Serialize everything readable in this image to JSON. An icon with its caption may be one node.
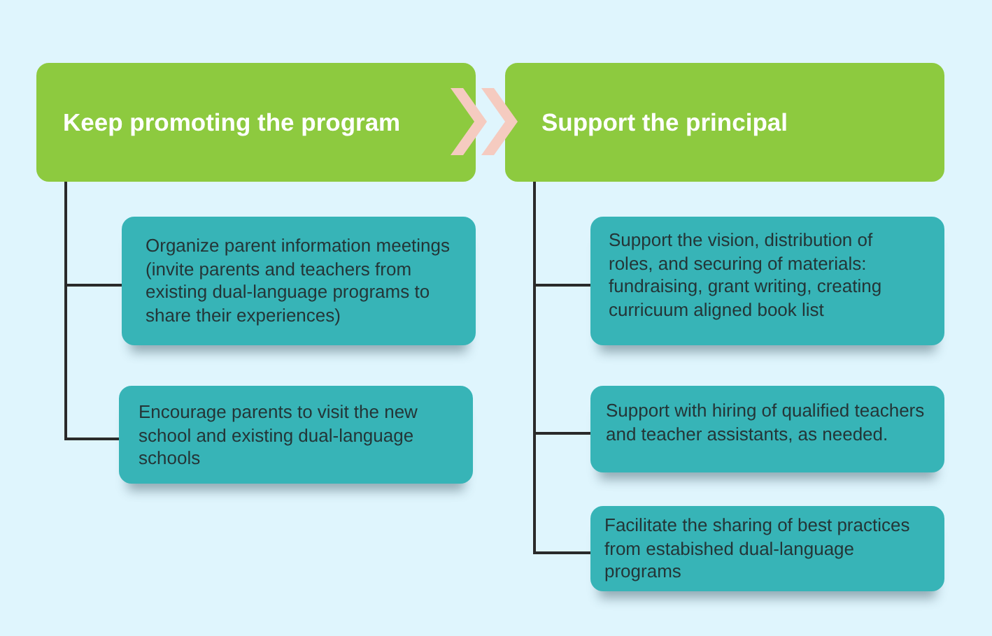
{
  "diagram": {
    "nodes": [
      {
        "text": [
          "Keep promoting the program"
        ]
      },
      {
        "text": [
          "Organize parent information meetings (invite parents and teachers from existing dual-language programs to share their experiences)"
        ]
      },
      {
        "text": [
          "Encourage parents to visit the new school and existing dual-language schools"
        ]
      },
      {
        "text": [
          "Support the principal"
        ]
      },
      {
        "text": [
          "Support the vision, distribution of roles, and securing of materials: fundraising, grant writing, creating curricuum aligned book list"
        ]
      },
      {
        "text": [
          "Support with hiring of qualified teachers and teacher assistants, as needed."
        ]
      },
      {
        "text": [
          "Facilitate the sharing of best practices from estabished dual-language programs"
        ]
      }
    ],
    "edges": [
      {
        "from": 0,
        "to": 3,
        "arrow": "to",
        "color": "#f5cbc0"
      },
      {
        "from": 0,
        "to": 1,
        "arrow": "none"
      },
      {
        "from": 0,
        "to": 2,
        "arrow": "none"
      },
      {
        "from": 3,
        "to": 4,
        "arrow": "none"
      },
      {
        "from": 3,
        "to": 5,
        "arrow": "none"
      },
      {
        "from": 3,
        "to": 6,
        "arrow": "none"
      }
    ]
  }
}
